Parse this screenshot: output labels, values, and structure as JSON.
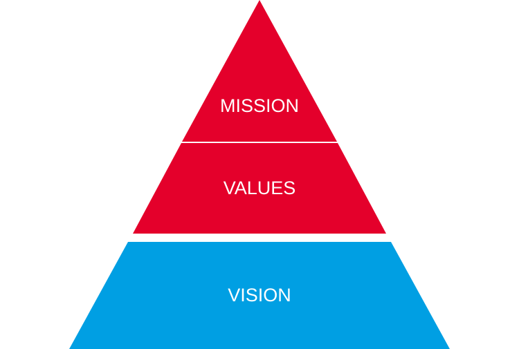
{
  "pyramid": {
    "tiers": [
      {
        "label": "MISSION",
        "color": "#e4002b"
      },
      {
        "label": "VALUES",
        "color": "#e4002b"
      },
      {
        "label": "VISION",
        "color": "#009fe3"
      }
    ]
  }
}
